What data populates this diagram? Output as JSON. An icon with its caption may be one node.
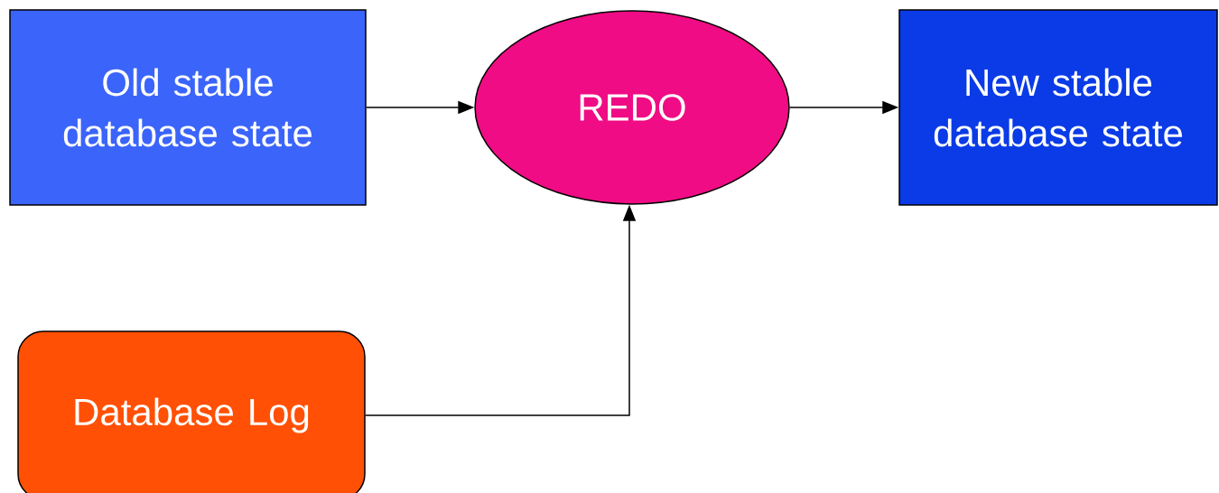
{
  "diagram": {
    "nodes": [
      {
        "text": [
          "Old stable database state"
        ]
      },
      {
        "text": [
          "REDO"
        ]
      },
      {
        "text": [
          "New stable database state"
        ]
      },
      {
        "text": [
          "Database Log"
        ]
      }
    ],
    "edges": [
      {
        "from": 0,
        "to": 1,
        "arrow": "to"
      },
      {
        "from": 1,
        "to": 2,
        "arrow": "to"
      },
      {
        "from": 3,
        "to": 1,
        "arrow": "to"
      }
    ]
  }
}
